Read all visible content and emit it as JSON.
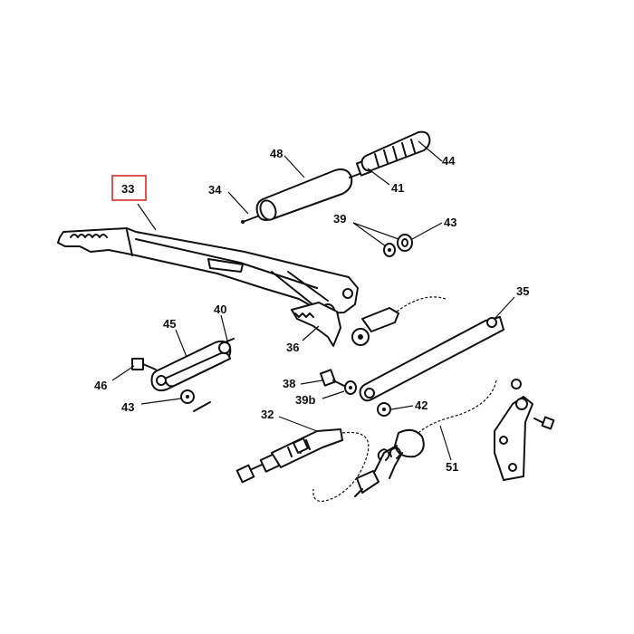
{
  "labels": {
    "l33": "33",
    "l48": "48",
    "l44": "44",
    "l34": "34",
    "l41": "41",
    "l39": "39",
    "l43a": "43",
    "l35": "35",
    "l45": "45",
    "l40": "40",
    "l46": "46",
    "l43b": "43",
    "l36": "36",
    "l38": "38",
    "l39b": "39b",
    "l42": "42",
    "l32": "32",
    "l51": "51"
  },
  "highlighted_label": "33",
  "colors": {
    "line": "#111111",
    "highlight": "#d42a2a",
    "background": "#ffffff"
  }
}
